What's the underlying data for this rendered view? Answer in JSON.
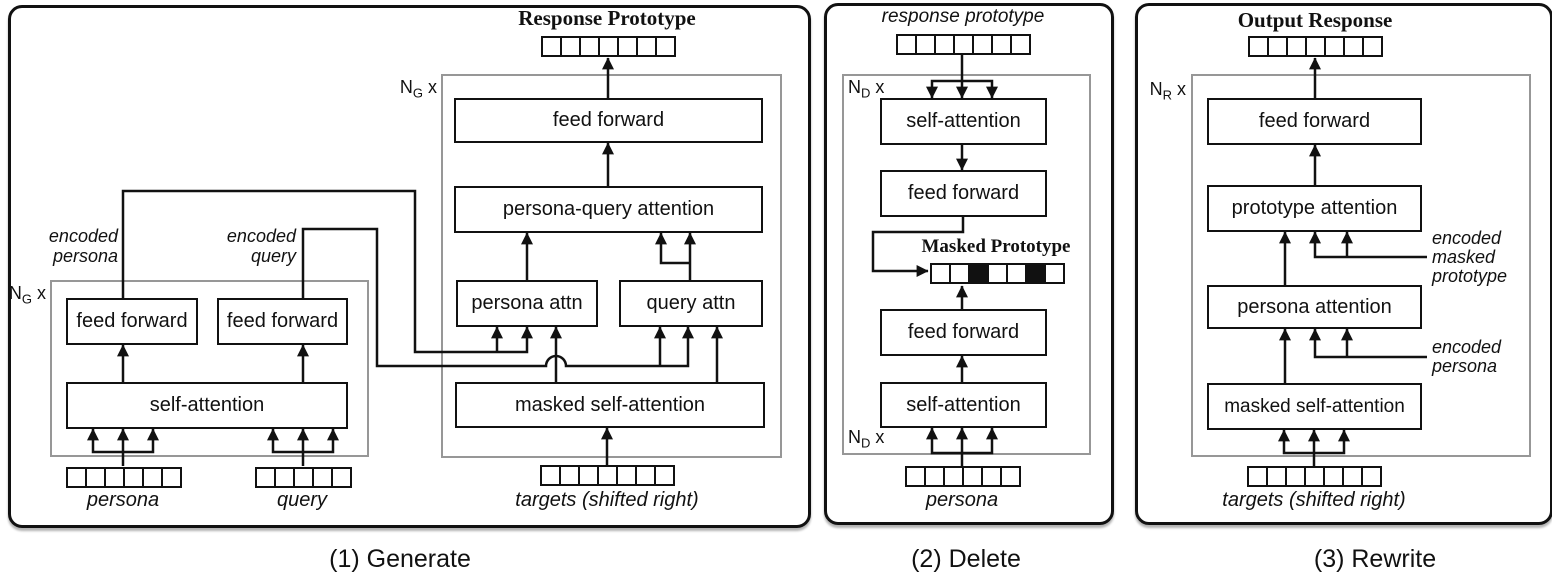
{
  "p1": {
    "caption": "(1) Generate",
    "output_title": "Response Prototype",
    "dec_loop": {
      "base": "N",
      "sub": "G",
      "mult": "x"
    },
    "enc_loop": {
      "base": "N",
      "sub": "G",
      "mult": "x"
    },
    "boxes": {
      "dec_ff": "feed forward",
      "pqa": "persona-query attention",
      "persona_attn": "persona attn",
      "query_attn": "query attn",
      "masked_sa": "masked self-attention",
      "enc_ff_persona": "feed forward",
      "enc_ff_query": "feed forward",
      "enc_sa": "self-attention"
    },
    "labels": {
      "encoded_persona_1": "encoded",
      "encoded_persona_2": "persona",
      "encoded_query_1": "encoded",
      "encoded_query_2": "query",
      "persona": "persona",
      "query": "query",
      "targets": "targets (shifted right)"
    },
    "strips": {
      "output": {
        "cells": 7,
        "mask": []
      },
      "persona": {
        "cells": 6,
        "mask": []
      },
      "query": {
        "cells": 5,
        "mask": []
      },
      "targets": {
        "cells": 7,
        "mask": []
      }
    }
  },
  "p2": {
    "caption": "(2) Delete",
    "input_title": "response prototype",
    "masked_title": "Masked Prototype",
    "loop_top": {
      "base": "N",
      "sub": "D",
      "mult": "x"
    },
    "loop_bottom": {
      "base": "N",
      "sub": "D",
      "mult": "x"
    },
    "boxes": {
      "sa_top": "self-attention",
      "ff_top": "feed forward",
      "ff_bottom": "feed forward",
      "sa_bottom": "self-attention"
    },
    "labels": {
      "persona": "persona"
    },
    "strips": {
      "input": {
        "cells": 7,
        "mask": []
      },
      "masked": {
        "cells": 7,
        "mask": [
          2,
          5
        ]
      },
      "persona": {
        "cells": 6,
        "mask": []
      }
    }
  },
  "p3": {
    "caption": "(3) Rewrite",
    "output_title": "Output Response",
    "loop": {
      "base": "N",
      "sub": "R",
      "mult": "x"
    },
    "boxes": {
      "ff": "feed forward",
      "proto_attn": "prototype attention",
      "persona_attn": "persona attention",
      "masked_sa": "masked self-attention"
    },
    "labels": {
      "emp_1": "encoded",
      "emp_2": "masked",
      "emp_3": "prototype",
      "ep_1": "encoded",
      "ep_2": "persona",
      "targets": "targets (shifted right)"
    },
    "strips": {
      "output": {
        "cells": 7,
        "mask": []
      },
      "targets": {
        "cells": 7,
        "mask": []
      }
    }
  }
}
